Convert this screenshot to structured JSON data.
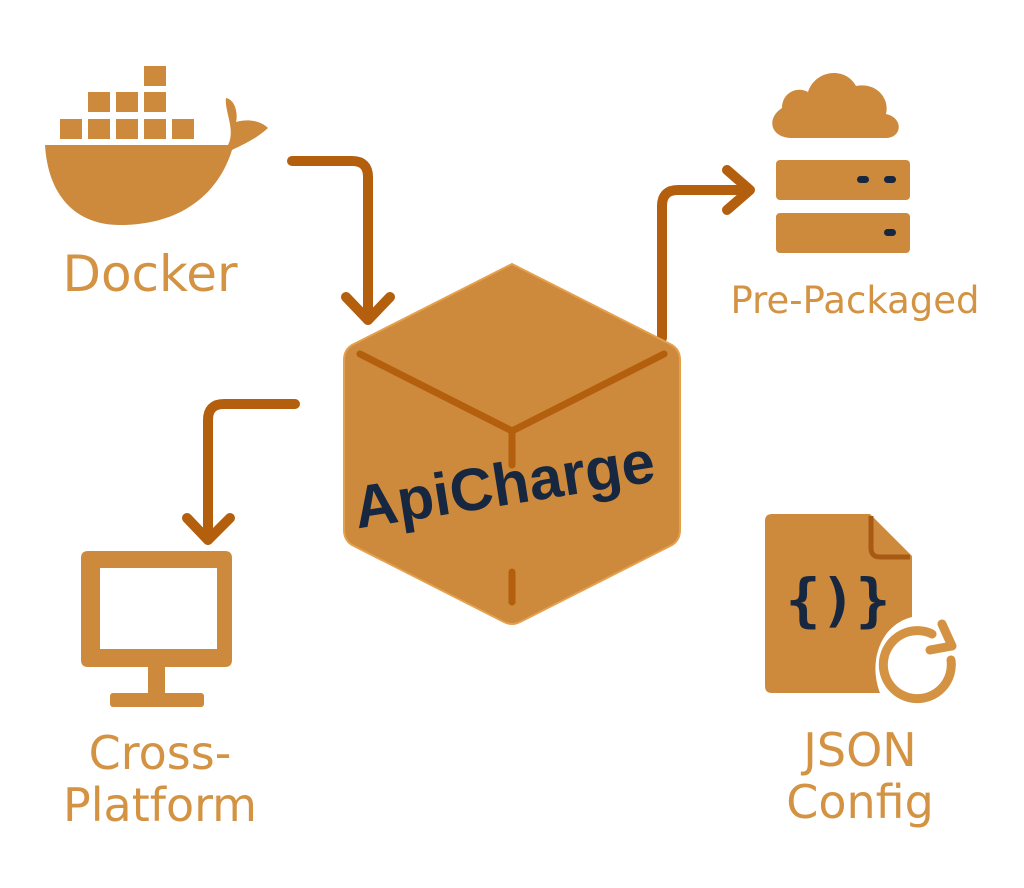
{
  "diagram": {
    "center": {
      "title": "ApiCharge",
      "icon": "box-icon"
    },
    "nodes": [
      {
        "id": "docker",
        "label": "Docker",
        "icon": "docker-whale-icon"
      },
      {
        "id": "prepackaged",
        "label": "Pre-Packaged",
        "icon": "cloud-server-icon"
      },
      {
        "id": "crossplatform",
        "label_line1": "Cross-",
        "label_line2": "Platform",
        "icon": "monitor-icon"
      },
      {
        "id": "jsonconfig",
        "label_line1": "JSON",
        "label_line2": "Config",
        "icon": "json-file-refresh-icon",
        "file_glyph": "{ }"
      }
    ],
    "edges": [
      {
        "from": "docker",
        "to": "center"
      },
      {
        "from": "center",
        "to": "prepackaged"
      },
      {
        "from": "center",
        "to": "crossplatform"
      }
    ]
  },
  "colors": {
    "primary": "#cd8a3d",
    "arrow": "#b35f0e",
    "text_dark": "#16273f",
    "label": "#d39343"
  }
}
